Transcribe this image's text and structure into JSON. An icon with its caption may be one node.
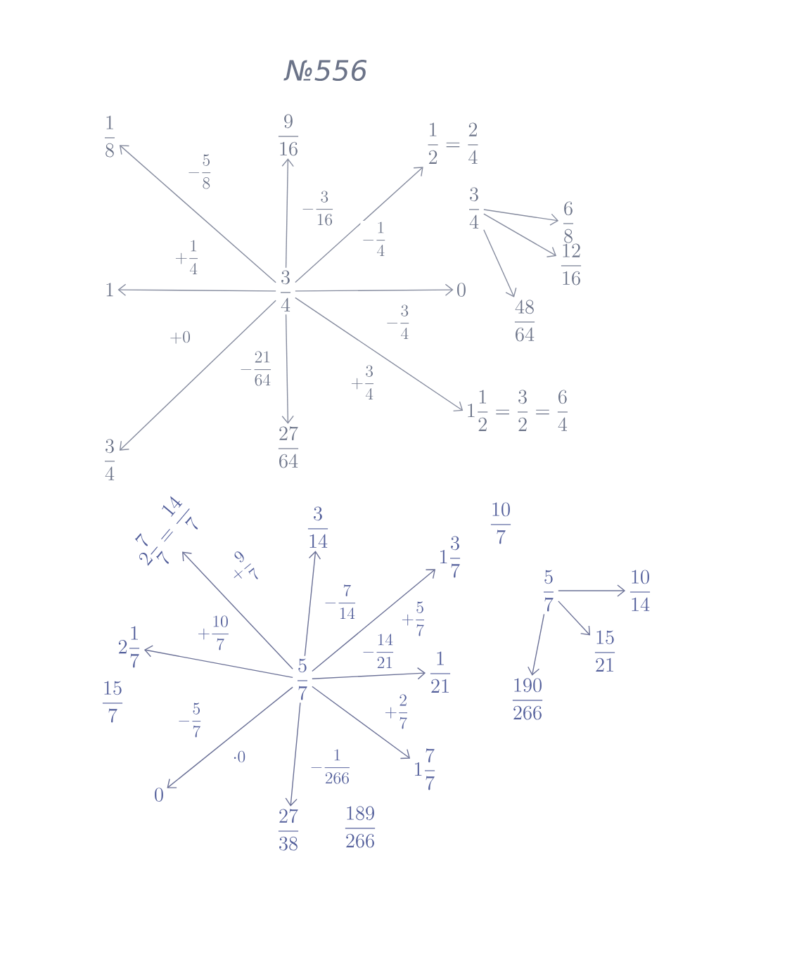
{
  "diagram": {
    "title": "№556",
    "nodes": [
      {
        "text": [
          "\\frac{3}{4}"
        ]
      },
      {
        "text": [
          "\\frac{1}{8}"
        ]
      },
      {
        "text": [
          "\\frac{9}{16}"
        ]
      },
      {
        "text": [
          "\\frac{1}{2}=\\frac{2}{4}"
        ]
      },
      {
        "text": [
          "0"
        ]
      },
      {
        "text": [
          "1\\frac{1}{2}=\\frac{3}{2}=\\frac{6}{4}"
        ]
      },
      {
        "text": [
          "\\frac{27}{64}"
        ]
      },
      {
        "text": [
          "\\frac{3}{4}"
        ]
      },
      {
        "text": [
          "1"
        ]
      },
      {
        "text": [
          "\\frac{3}{4}"
        ]
      },
      {
        "text": [
          "\\frac{6}{8}"
        ]
      },
      {
        "text": [
          "\\frac{12}{16}"
        ]
      },
      {
        "text": [
          "\\frac{48}{64}"
        ]
      },
      {
        "text": [
          "\\frac{5}{7}"
        ]
      },
      {
        "text": [
          "2\\frac{7}{7}=\\frac{14}{7}"
        ]
      },
      {
        "text": [
          "\\frac{3}{14}"
        ]
      },
      {
        "text": [
          "1\\frac{3}{7}"
        ],
        "beside": [
          "\\frac{10}{7}"
        ]
      },
      {
        "text": [
          "\\frac{1}{21}"
        ]
      },
      {
        "text": [
          "1\\frac{7}{7}"
        ]
      },
      {
        "text": [
          "\\frac{27}{38}"
        ],
        "beside": [
          "\\frac{189}{266}"
        ]
      },
      {
        "text": [
          "0"
        ]
      },
      {
        "text": [
          "2\\frac{1}{7}"
        ],
        "beside": [
          "\\frac{15}{7}"
        ]
      },
      {
        "text": [
          "\\frac{5}{7}"
        ]
      },
      {
        "text": [
          "\\frac{10}{14}"
        ]
      },
      {
        "text": [
          "\\frac{15}{21}"
        ]
      },
      {
        "text": [
          "\\frac{190}{266}"
        ]
      }
    ],
    "edges": [
      {
        "from": 0,
        "to": 1,
        "arrow": "to",
        "label": "-\\frac{5}{8}"
      },
      {
        "from": 0,
        "to": 2,
        "arrow": "to",
        "label": "-\\frac{3}{16}"
      },
      {
        "from": 0,
        "to": 3,
        "arrow": "to",
        "label": "-\\frac{1}{4}"
      },
      {
        "from": 0,
        "to": 4,
        "arrow": "to",
        "label": "-\\frac{3}{4}"
      },
      {
        "from": 0,
        "to": 5,
        "arrow": "to",
        "label": "+\\frac{3}{4}"
      },
      {
        "from": 0,
        "to": 6,
        "arrow": "to",
        "label": "-\\frac{21}{64}"
      },
      {
        "from": 0,
        "to": 7,
        "arrow": "to",
        "label": "+0"
      },
      {
        "from": 0,
        "to": 8,
        "arrow": "to",
        "label": "+\\frac{1}{4}"
      },
      {
        "from": 9,
        "to": 10,
        "arrow": "to"
      },
      {
        "from": 9,
        "to": 11,
        "arrow": "to"
      },
      {
        "from": 9,
        "to": 12,
        "arrow": "to"
      },
      {
        "from": 13,
        "to": 14,
        "arrow": "to",
        "label": "+\\frac{9}{7}"
      },
      {
        "from": 13,
        "to": 15,
        "arrow": "to",
        "label": "-\\frac{7}{14}"
      },
      {
        "from": 13,
        "to": 16,
        "arrow": "to",
        "label": "+\\frac{5}{7}"
      },
      {
        "from": 13,
        "to": 17,
        "arrow": "to",
        "label": "-\\frac{14}{21}"
      },
      {
        "from": 13,
        "to": 18,
        "arrow": "to",
        "label": "+\\frac{2}{7}"
      },
      {
        "from": 13,
        "to": 19,
        "arrow": "to",
        "label": "-\\frac{1}{266}"
      },
      {
        "from": 13,
        "to": 20,
        "arrow": "to",
        "label": "-\\frac{5}{7}"
      },
      {
        "from": 13,
        "to": 21,
        "arrow": "to",
        "label": "+\\frac{10}{7}"
      },
      {
        "from": 22,
        "to": 23,
        "arrow": "to"
      },
      {
        "from": 22,
        "to": 24,
        "arrow": "to"
      },
      {
        "from": 22,
        "to": 25,
        "arrow": "to"
      }
    ],
    "labels": [
      "\\cdot 0"
    ]
  }
}
